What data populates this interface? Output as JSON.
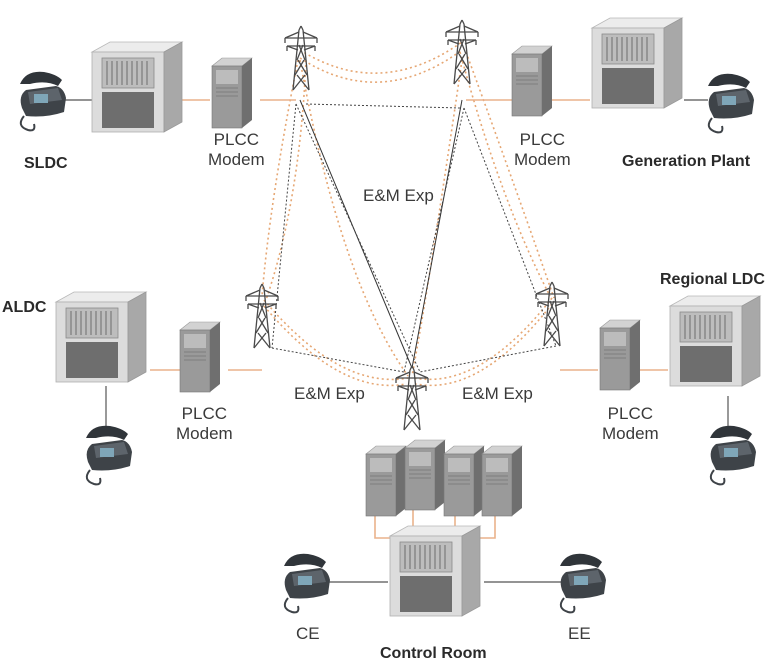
{
  "nodes": {
    "sldc": "SLDC",
    "generation_plant": "Generation Plant",
    "aldc": "ALDC",
    "regional_ldc": "Regional LDC",
    "control_room": "Control Room",
    "ce": "CE",
    "ee": "EE"
  },
  "modems": {
    "top_left": [
      "PLCC",
      "Modem"
    ],
    "top_right": [
      "PLCC",
      "Modem"
    ],
    "mid_left": [
      "PLCC",
      "Modem"
    ],
    "mid_right": [
      "PLCC",
      "Modem"
    ]
  },
  "links": {
    "em_top": "E&M Exp",
    "em_left": "E&M Exp",
    "em_right": "E&M Exp"
  },
  "icons": [
    "telephone-icon",
    "cabinet-icon",
    "server-icon",
    "transmission-tower-icon"
  ],
  "colors": {
    "power_line": "#e8a070",
    "data_link": "#e9b48c",
    "comm_line": "#555555",
    "cabinet_face": "#d9d9d9",
    "cabinet_side": "#a9a9a9",
    "equipment_gray": "#8c8c8c",
    "phone_body": "#4a4f55"
  }
}
